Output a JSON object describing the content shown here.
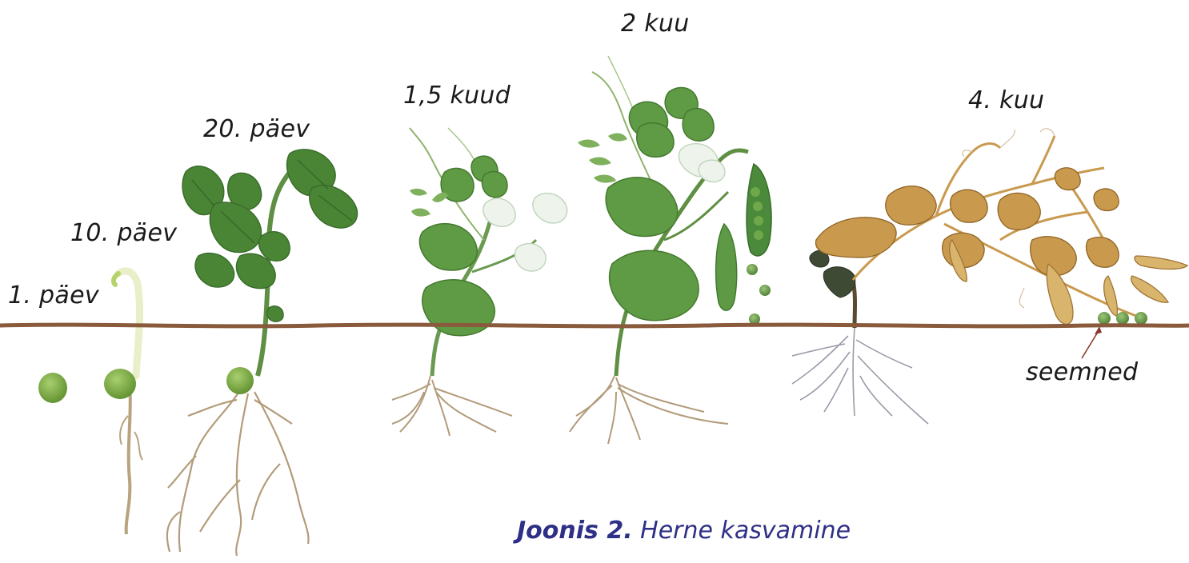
{
  "figure": {
    "stages": [
      {
        "label": "1. päev"
      },
      {
        "label": "10. päev"
      },
      {
        "label": "20. päev"
      },
      {
        "label": "1,5 kuud"
      },
      {
        "label": "2 kuu"
      },
      {
        "label": "4. kuu"
      }
    ],
    "seeds_label": "seemned",
    "caption_number": "Joonis 2.",
    "caption_text": "Herne kasvamine"
  },
  "colors": {
    "soil_line": "#8a5a3c",
    "leaf": "#4e8a3a",
    "leaf_dark": "#3d7030",
    "stem": "#6a9a50",
    "pea": "#7fae48",
    "root": "#b29c7a",
    "flower": "#eef4ec",
    "dry": "#c99a4e",
    "dry_dark": "#8f6325",
    "caption": "#2e2f86"
  }
}
